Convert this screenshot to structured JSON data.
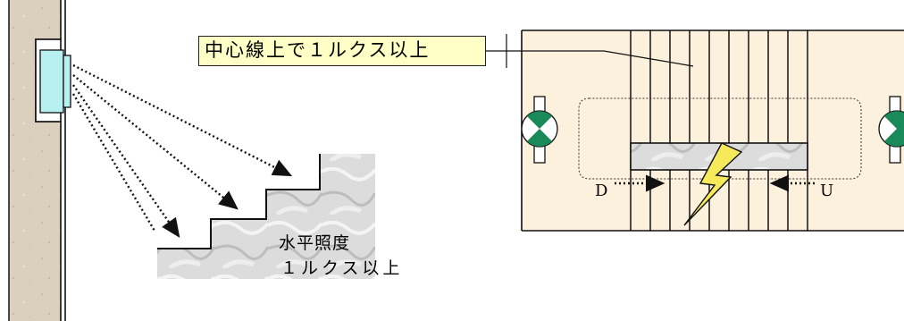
{
  "labels": {
    "centerline": "中心線上で１ルクス以上",
    "illuminance_line1": "水平照度",
    "illuminance_line2": "１ルクス以上",
    "direction_down": "D",
    "direction_up": "U"
  },
  "colors": {
    "wall": "#d6cab6",
    "floor_plan": "#fcf1dc",
    "callout_fill": "#ffffc6",
    "fixture_glass": "#b8f0f2",
    "lightning": "#f7ea5a",
    "emergency_light_green": "#1b8a5a",
    "stair_marble": "#d2d2d2"
  },
  "icons": [
    "wall-light-fixture",
    "emergency-light-icon",
    "lightning-bolt-icon"
  ]
}
